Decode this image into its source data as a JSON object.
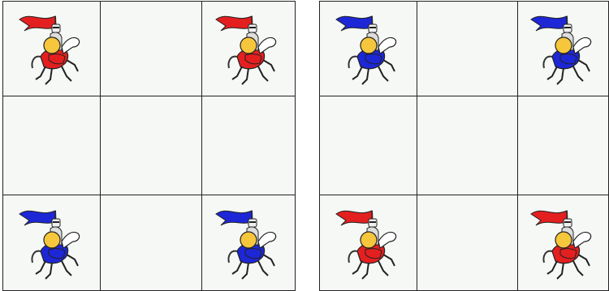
{
  "colors": {
    "red": "#e41f1f",
    "blue": "#1d27d6",
    "gold": "#f6c63c",
    "gridline": "#222222",
    "square": "#f5f8f5"
  },
  "boards": [
    {
      "id": "left",
      "grid": [
        [
          "red-knight",
          "",
          "red-knight"
        ],
        [
          "",
          "",
          ""
        ],
        [
          "blue-knight",
          "",
          "blue-knight"
        ]
      ]
    },
    {
      "id": "right",
      "grid": [
        [
          "blue-knight",
          "",
          "blue-knight"
        ],
        [
          "",
          "",
          ""
        ],
        [
          "red-knight",
          "",
          "red-knight"
        ]
      ]
    }
  ]
}
